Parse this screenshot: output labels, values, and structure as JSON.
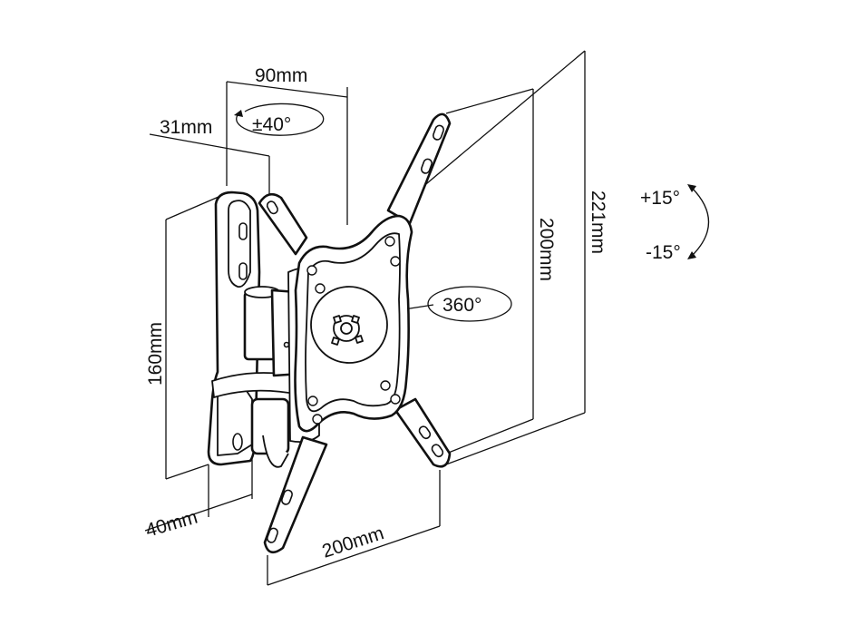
{
  "dimensions": {
    "arm_depth": "90mm",
    "wall_depth": "31mm",
    "swivel": "±40°",
    "plate_height": "160mm",
    "plate_width": "40mm",
    "vesa_horizontal": "200mm",
    "vesa_vertical": "200mm",
    "diagonal": "221mm",
    "rotation": "360°",
    "tilt_up": "+15°",
    "tilt_down": "-15°"
  },
  "colors": {
    "line": "#111111",
    "background": "#ffffff"
  }
}
